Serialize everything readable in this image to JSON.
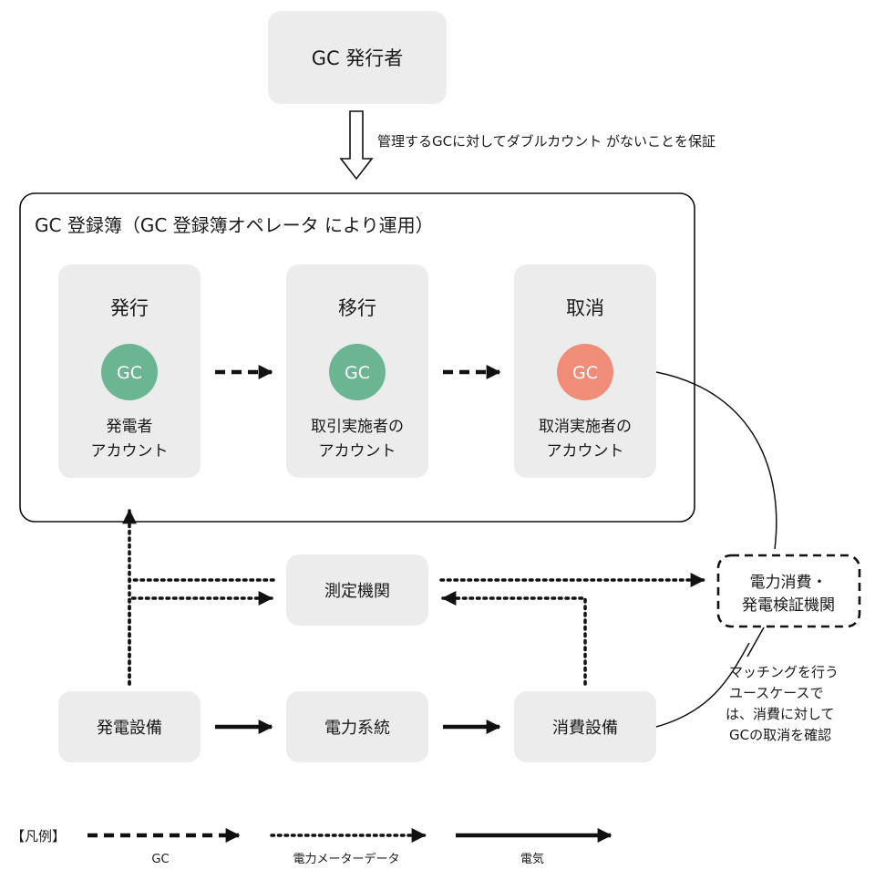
{
  "issuer": {
    "label": "GC 発行者"
  },
  "guarantee_note": "管理するGCに対してダブルカウント がないことを保証",
  "registry": {
    "title": "GC 登録簿（GC 登録簿オペレータ により運用）",
    "stages": [
      {
        "heading": "発行",
        "badge": "GC",
        "account_line1": "発電者",
        "account_line2": "アカウント",
        "badge_color": "#6bb592"
      },
      {
        "heading": "移行",
        "badge": "GC",
        "account_line1": "取引実施者の",
        "account_line2": "アカウント",
        "badge_color": "#6bb592"
      },
      {
        "heading": "取消",
        "badge": "GC",
        "account_line1": "取消実施者の",
        "account_line2": "アカウント",
        "badge_color": "#ef8d78"
      }
    ]
  },
  "measurement_agency": {
    "label": "測定機関"
  },
  "verifier": {
    "line1": "電力消費・",
    "line2": "発電検証機関"
  },
  "generation_facility": {
    "label": "発電設備"
  },
  "power_grid": {
    "label": "電力系統"
  },
  "consumption_facility": {
    "label": "消費設備"
  },
  "verifier_note": {
    "line1": "マッチングを行う",
    "line2": "ユースケースで",
    "line3": "は、消費に対して",
    "line4": "GCの取消を確認"
  },
  "legend": {
    "title": "【凡例】",
    "gc": "GC",
    "meter_data": "電力メーターデータ",
    "electricity": "電気"
  },
  "colors": {
    "box_fill": "#ececec",
    "gc_green": "#6bb592",
    "gc_red": "#ef8d78",
    "line": "#111111"
  }
}
